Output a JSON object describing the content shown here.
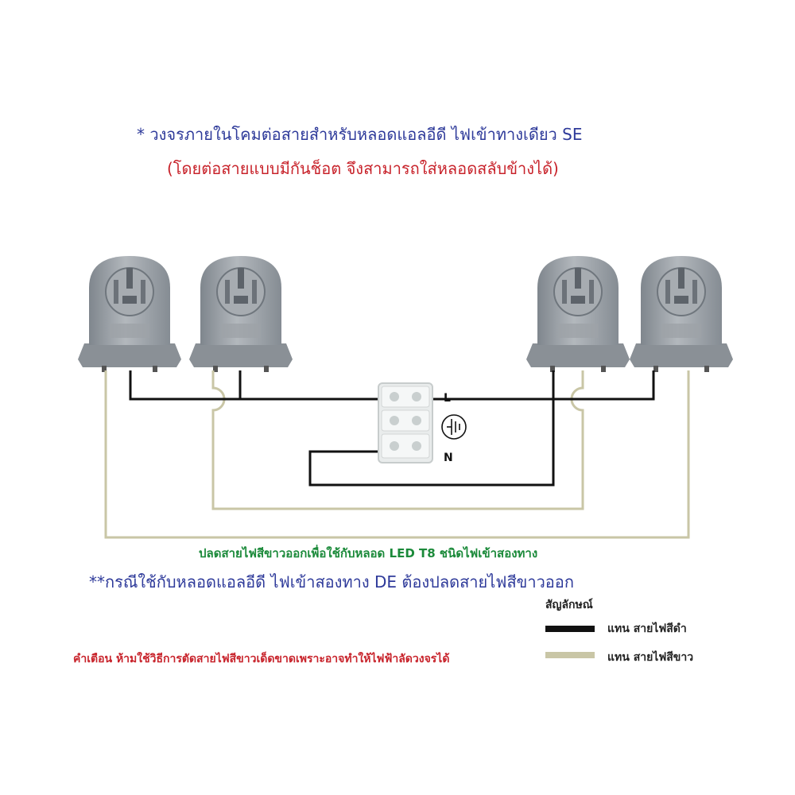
{
  "title_line1": "* วงจรภายในโคมต่อสายสำหรับหลอดแอลอีดี ไฟเข้าทางเดียว SE",
  "title_line2": "(โดยต่อสายแบบมีกันช็อต จึงสามารถใส่หลอดสลับข้างได้)",
  "terminal_labels": {
    "live": "L",
    "neutral": "N"
  },
  "note_remove_white": "ปลดสายไฟสีขาวออกเพื่อใช้กับหลอด LED T8 ชนิดไฟเข้าสองทาง",
  "note_double_ended": "**กรณีใช้กับหลอดแอลอีดี ไฟเข้าสองทาง DE ต้องปลดสายไฟสีขาวออก",
  "legend": {
    "title": "สัญลักษณ์",
    "black_wire": "แทน สายไฟสีดำ",
    "white_wire": "แทน สายไฟสีขาว"
  },
  "warning": "คำเตือน ห้ามใช้วิธีการตัดสายไฟสีขาวเด็ดขาดเพราะอาจทำให้ไฟฟ้าลัดวงจรได้",
  "colors": {
    "title_blue": "#2e3a9a",
    "title_red": "#c8232b",
    "note_green": "#1b8a3a",
    "black_wire": "#111111",
    "white_wire": "#c9c6a6",
    "socket_grey": "#9aa0a6"
  }
}
